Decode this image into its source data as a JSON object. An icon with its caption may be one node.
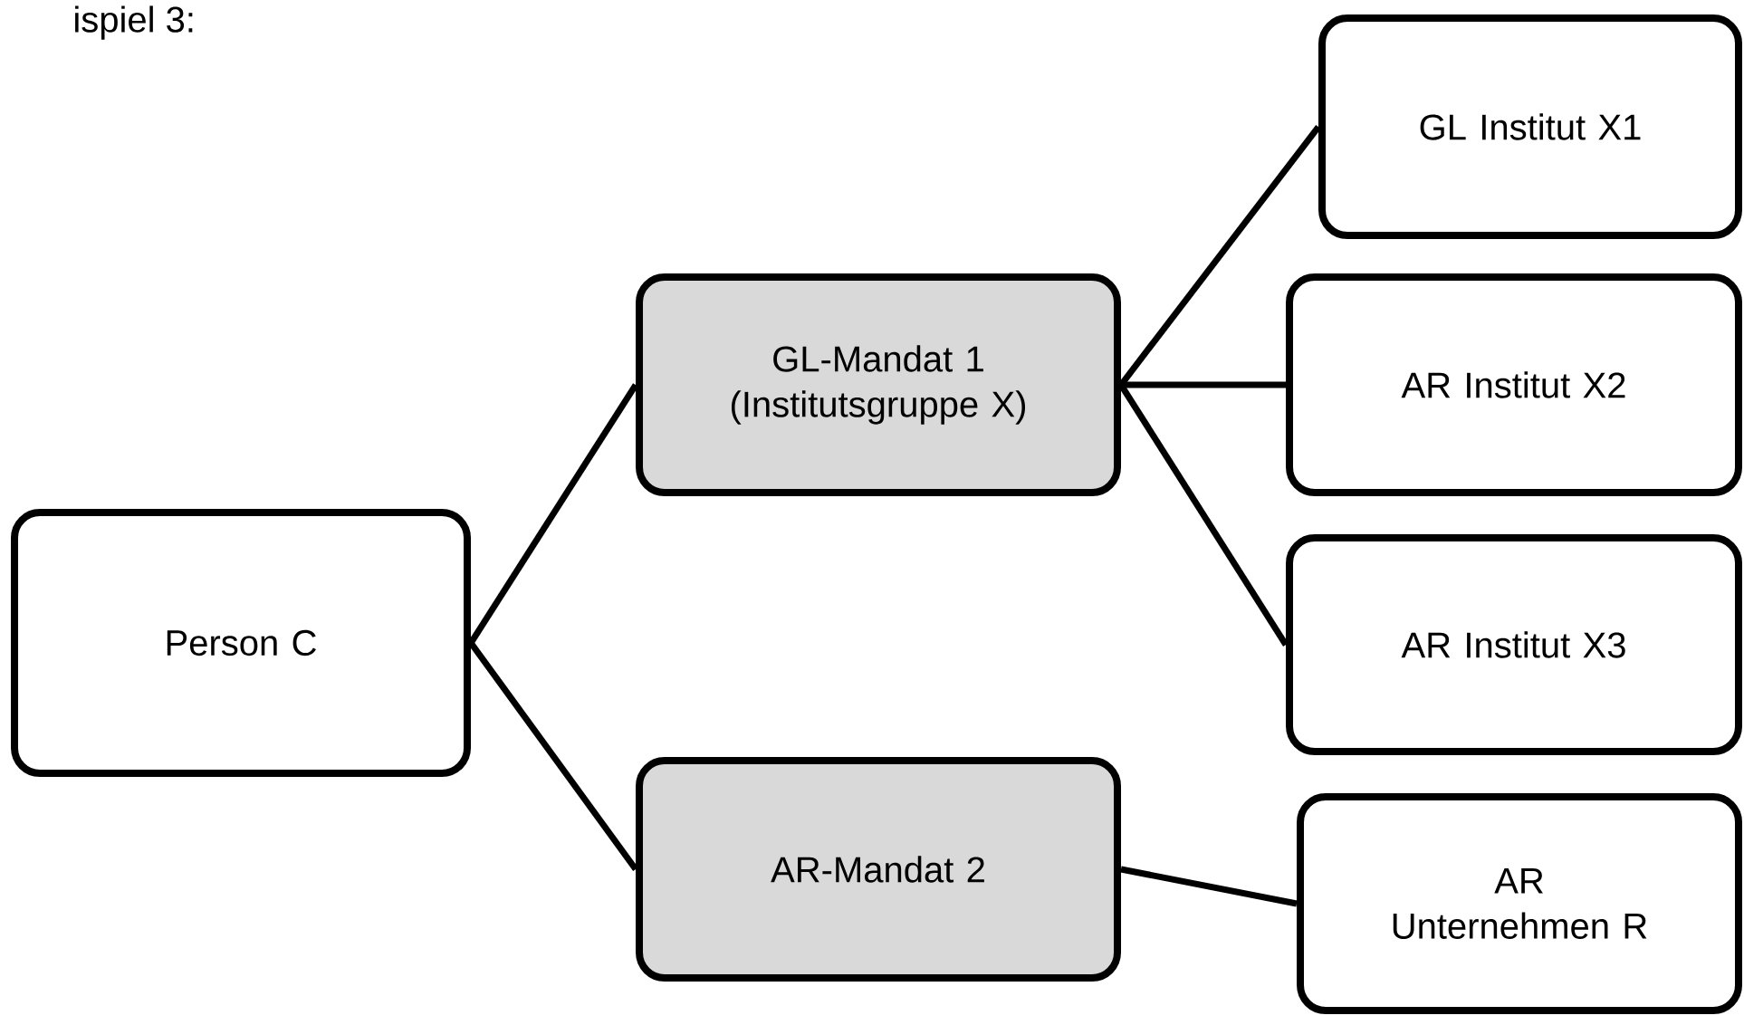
{
  "diagram": {
    "nodes": [
      {
        "text": [
          "Person C"
        ]
      },
      {
        "text": [
          "GL-Mandat 1 (Institutsgruppe X)"
        ]
      },
      {
        "text": [
          "AR-Mandat 2"
        ]
      },
      {
        "text": [
          "GL Institut X1"
        ]
      },
      {
        "text": [
          "AR Institut X2"
        ]
      },
      {
        "text": [
          "AR Institut X3"
        ]
      },
      {
        "text": [
          "AR Unternehmen R"
        ]
      }
    ],
    "edges": [
      {
        "from": 0,
        "to": 1,
        "arrow": "none"
      },
      {
        "from": 0,
        "to": 2,
        "arrow": "none"
      },
      {
        "from": 1,
        "to": 3,
        "arrow": "none"
      },
      {
        "from": 1,
        "to": 4,
        "arrow": "none"
      },
      {
        "from": 1,
        "to": 5,
        "arrow": "none"
      },
      {
        "from": 2,
        "to": 6,
        "arrow": "none"
      }
    ],
    "labels": [
      "ispiel 3:"
    ]
  }
}
